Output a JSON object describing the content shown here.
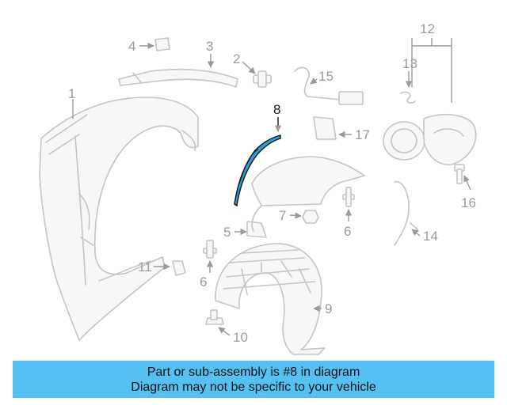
{
  "diagram": {
    "callouts": {
      "c1": "1",
      "c2": "2",
      "c3": "3",
      "c4": "4",
      "c5": "5",
      "c6a": "6",
      "c6b": "6",
      "c7": "7",
      "c8": "8",
      "c9": "9",
      "c10": "10",
      "c11": "11",
      "c12": "12",
      "c13": "13",
      "c14": "14",
      "c15": "15",
      "c16": "16",
      "c17": "17"
    },
    "highlight_color": "#2a9fd6",
    "banner_color": "#56c1f0"
  },
  "banner": {
    "line1": "Part or sub-assembly is #8 in diagram",
    "line2": "Diagram may not be specific to your vehicle"
  }
}
